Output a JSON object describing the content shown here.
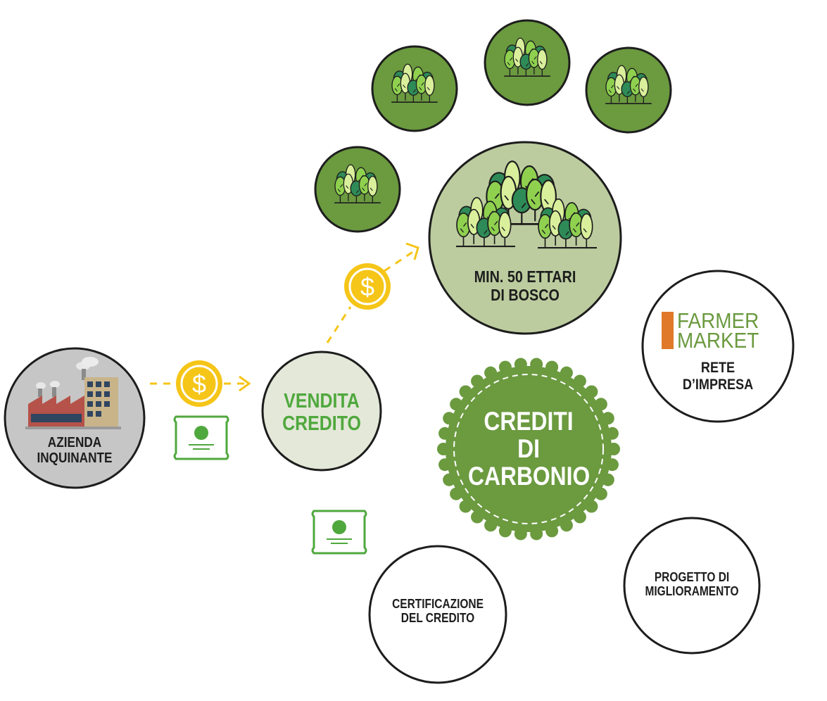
{
  "nodes": {
    "azienda": {
      "line1": "AZIENDA",
      "line2": "INQUINANTE"
    },
    "vendita": {
      "line1": "VENDITA",
      "line2": "CREDITO"
    },
    "bosco": {
      "line1": "MIN. 50 ETTARI",
      "line2": "DI BOSCO"
    },
    "crediti": {
      "line1": "CREDITI",
      "line2": "DI",
      "line3": "CARBONIO"
    },
    "farmer": {
      "logo_line1": "FARMER",
      "logo_line2": "MARKET",
      "line1": "RETE",
      "line2": "D’IMPRESA"
    },
    "certificazione": {
      "line1": "CERTIFICAZIONE",
      "line2": "DEL CREDITO"
    },
    "progetto": {
      "line1": "PROGETTO DI",
      "line2": "MIGLIORAMENTO"
    }
  },
  "icons": {
    "coin": "dollar-coin-icon",
    "certificate": "certificate-icon",
    "forest": "forest-icon",
    "factory": "factory-icon"
  },
  "colors": {
    "forest_dark": "#6b9a3f",
    "forest_light": "#bccc9f",
    "seal": "#6b9a3f",
    "coin": "#f5c518",
    "arrow": "#f5c518",
    "certificate": "#4fa83d",
    "factory_circle": "#c6c6c6",
    "vendita_circle": "#e3e8d8",
    "logo_orange": "#e07a2a",
    "logo_green": "#6b9a3f"
  }
}
